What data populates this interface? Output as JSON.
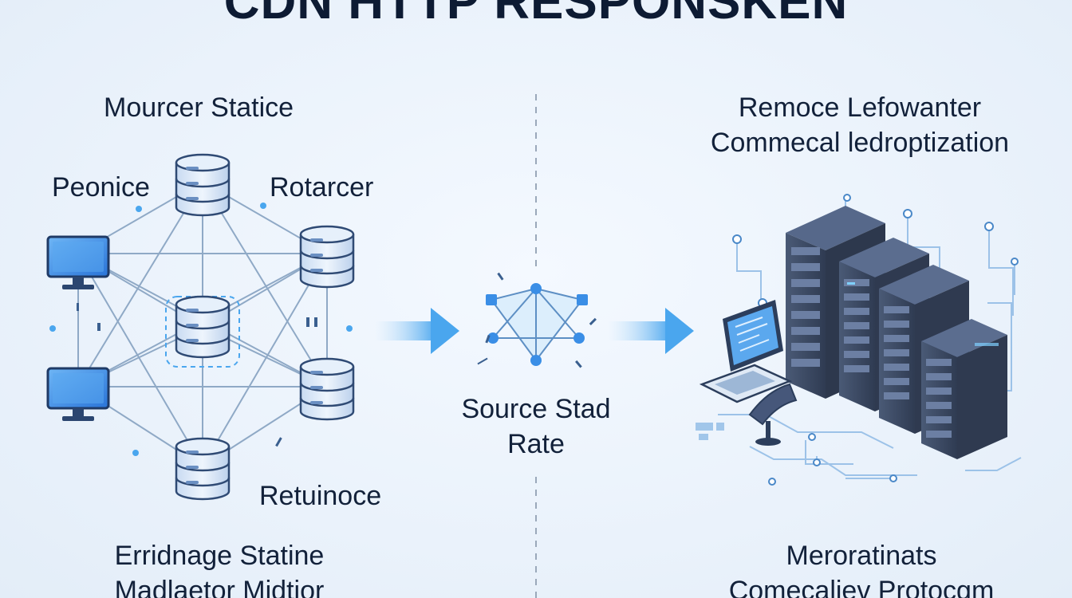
{
  "title": "CDN HTTP RESPONSKEN",
  "left": {
    "heading": "Mourcer Statice",
    "node_label_a": "Peonice",
    "node_label_b": "Rotarcer",
    "node_label_c": "Retuinoce",
    "footer_line1": "Erridnage Statine",
    "footer_line2": "Madlaetor Midtior"
  },
  "middle": {
    "label_line1": "Source Stad",
    "label_line2": "Rate"
  },
  "right": {
    "heading_line1": "Remoce Lefowanter",
    "heading_line2": "Commecal ledroptization",
    "footer_line1": "Meroratinats",
    "footer_line2": "Comecaliev Protocgm"
  },
  "colors": {
    "accent": "#3a8ee6",
    "line": "#8fa9c6",
    "server_dark": "#3d4b63",
    "server_light": "#dbe8f7",
    "text": "#12213a"
  }
}
